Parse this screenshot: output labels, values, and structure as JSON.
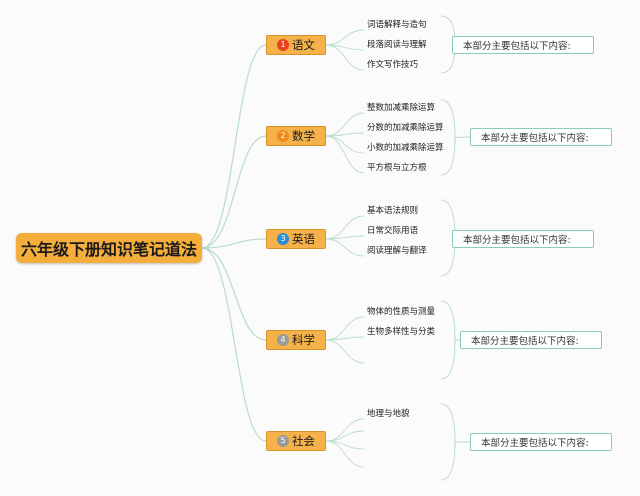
{
  "root": {
    "title": "六年级下册知识笔记道法"
  },
  "subjects": [
    {
      "num": "1",
      "name": "语文",
      "badge_color": "#e8431f",
      "topics": [
        "词语解释与造句",
        "段落阅读与理解",
        "作文写作技巧"
      ],
      "note": "本部分主要包括以下内容:"
    },
    {
      "num": "2",
      "name": "数学",
      "badge_color": "#f08a1c",
      "topics": [
        "整数加减乘除运算",
        "分数的加减乘除运算",
        "小数的加减乘除运算",
        "平方根与立方根"
      ],
      "note": "本部分主要包括以下内容:"
    },
    {
      "num": "3",
      "name": "英语",
      "badge_color": "#2e8fcf",
      "topics": [
        "基本语法规则",
        "日常交际用语",
        "阅读理解与翻译"
      ],
      "note": "本部分主要包括以下内容:"
    },
    {
      "num": "4",
      "name": "科学",
      "badge_color": "#9a9a9a",
      "topics": [
        "物体的性质与测量",
        "生物多样性与分类"
      ],
      "note": "本部分主要包括以下内容:"
    },
    {
      "num": "5",
      "name": "社会",
      "badge_color": "#9a9a9a",
      "topics": [
        "地理与地貌"
      ],
      "note": "本部分主要包括以下内容:"
    }
  ],
  "colors": {
    "root": "#f5ad3b",
    "subject": "#f5b24a",
    "branch": "#b8dccd",
    "note_border": "#8ccbb8"
  }
}
